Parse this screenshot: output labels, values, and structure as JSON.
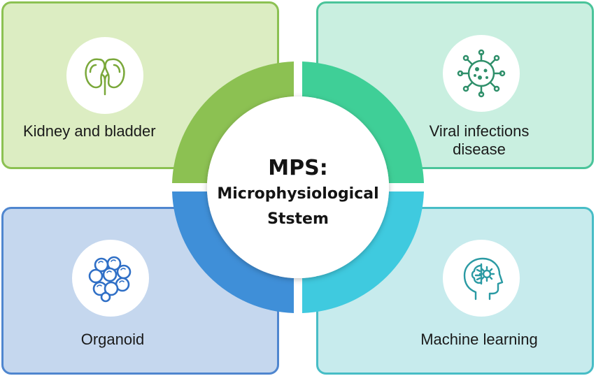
{
  "center": {
    "line1": "MPS:",
    "line2": "Microphysiological",
    "line3": "Ststem"
  },
  "quadrants": {
    "kidney": {
      "label": "Kidney and bladder",
      "icon": "kidney-icon"
    },
    "viral": {
      "label_line1": "Viral infections",
      "label_line2": "disease",
      "icon": "virus-icon"
    },
    "organoid": {
      "label": "Organoid",
      "icon": "organoid-cells-icon"
    },
    "ml": {
      "label": "Machine learning",
      "icon": "brain-gear-head-icon"
    }
  },
  "colors": {
    "green": "#8cc152",
    "teal": "#3fcf97",
    "blue": "#3f8fd8",
    "cyan": "#3fcadf"
  }
}
